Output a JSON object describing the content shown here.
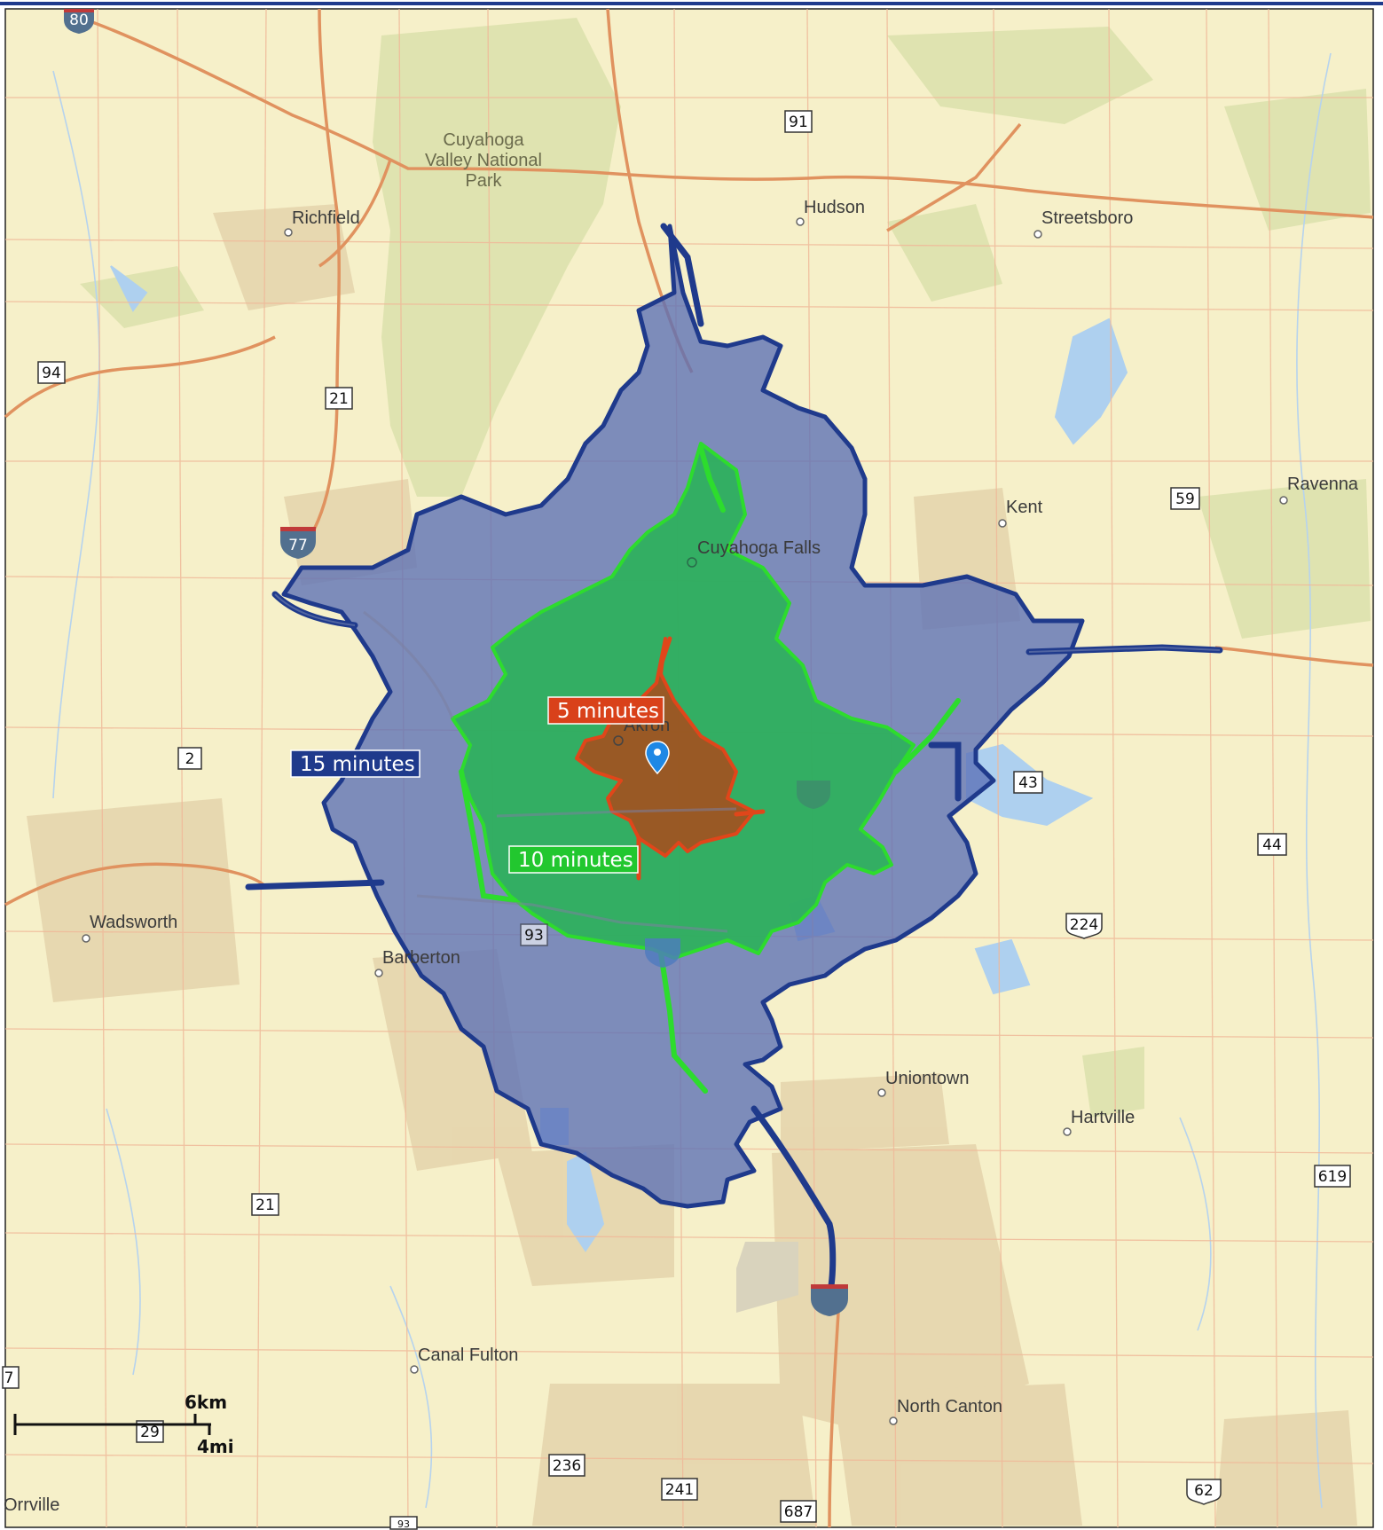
{
  "map": {
    "colors": {
      "land": "#f6f0c9",
      "park": "#dfe3b0",
      "urban": "#e6d5ad",
      "water": "#aed0ef",
      "highway": "#e0925f",
      "iso_15": "#5b6fb6",
      "iso_15_border": "#1f3a8c",
      "iso_10": "#2bb15a",
      "iso_10_border": "#2ddc2d",
      "iso_5": "#a4501e",
      "iso_5_border": "#e0461a",
      "marker": "#1e88e5"
    },
    "isochrones": [
      {
        "label": "15 minutes",
        "minutes": 15
      },
      {
        "label": "10 minutes",
        "minutes": 10
      },
      {
        "label": "5 minutes",
        "minutes": 5
      }
    ],
    "places": {
      "cuyahoga_valley_1": "Cuyahoga",
      "cuyahoga_valley_2": "Valley National",
      "cuyahoga_valley_3": "Park",
      "richfield": "Richfield",
      "hudson": "Hudson",
      "streetsboro": "Streetsboro",
      "kent": "Kent",
      "ravenna": "Ravenna",
      "cuyahoga_falls": "Cuyahoga Falls",
      "akron": "Akron",
      "wadsworth": "Wadsworth",
      "barberton": "Barberton",
      "uniontown": "Uniontown",
      "hartville": "Hartville",
      "canal_fulton": "Canal Fulton",
      "north_canton": "North Canton",
      "orrville": "Orrville"
    },
    "shields": {
      "i80": "80",
      "r91": "91",
      "r94": "94",
      "r21_north": "21",
      "i77_north": "77",
      "r59": "59",
      "r2": "2",
      "r43": "43",
      "r44": "44",
      "us224": "224",
      "r21_south": "21",
      "r619": "619",
      "r236": "236",
      "r241": "241",
      "r687": "687",
      "us62": "62",
      "r29": "29",
      "r93": "93",
      "r93_bottom": "93",
      "r7": "7"
    },
    "scale": {
      "km": "6km",
      "mi": "4mi"
    }
  }
}
